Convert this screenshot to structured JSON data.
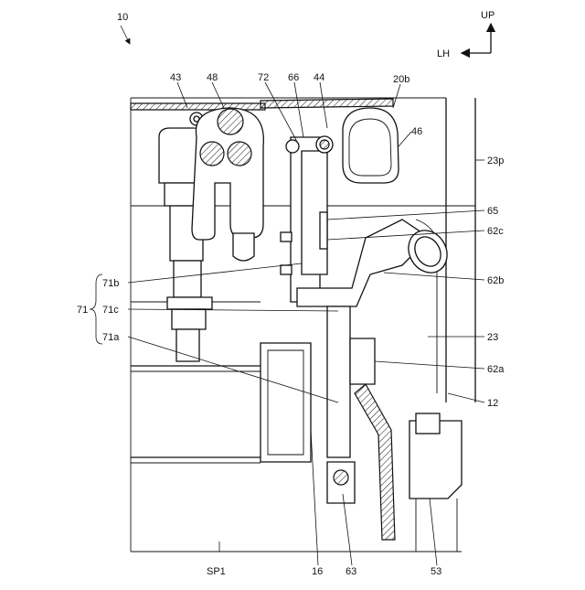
{
  "figure": {
    "number": "10",
    "direction_up": "UP",
    "direction_lh": "LH",
    "labels": {
      "n43": "43",
      "n48": "48",
      "n72": "72",
      "n66": "66",
      "n44": "44",
      "n20b": "20b",
      "n46": "46",
      "n23p": "23p",
      "n65": "65",
      "n62c": "62c",
      "n62b": "62b",
      "n23": "23",
      "n62a": "62a",
      "n12": "12",
      "n71": "71",
      "n71b": "71b",
      "n71c": "71c",
      "n71a": "71a",
      "sp1": "SP1",
      "n16": "16",
      "n63": "63",
      "n53": "53"
    }
  }
}
